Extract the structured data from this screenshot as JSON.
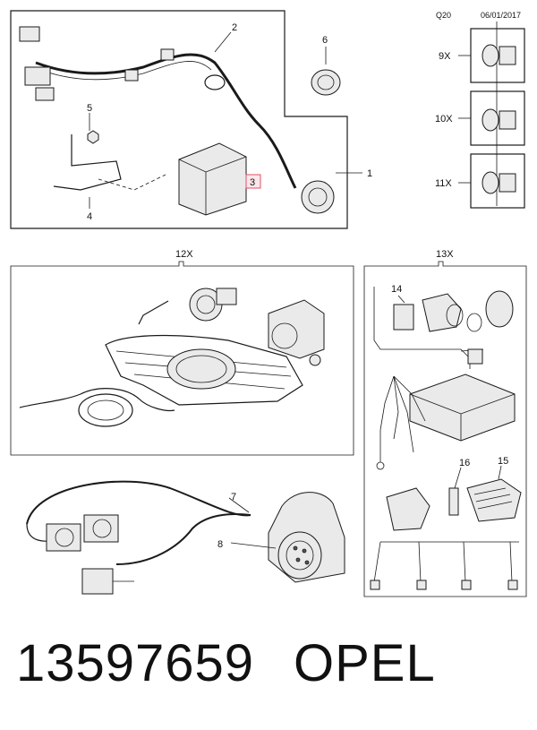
{
  "header": {
    "code": "Q20",
    "date": "06/01/2017"
  },
  "callouts": {
    "c1": "1",
    "c2": "2",
    "c3": "3",
    "c4": "4",
    "c5": "5",
    "c6": "6",
    "c7": "7",
    "c8": "8",
    "c9": "9X",
    "c10": "10X",
    "c11": "11X",
    "c12": "12X",
    "c13": "13X",
    "c14": "14",
    "c15": "15",
    "c16": "16"
  },
  "footer": {
    "part_number": "13597659",
    "brand": "OPEL"
  },
  "colors": {
    "highlight": "#e0506a",
    "line": "#1a1a1a"
  }
}
